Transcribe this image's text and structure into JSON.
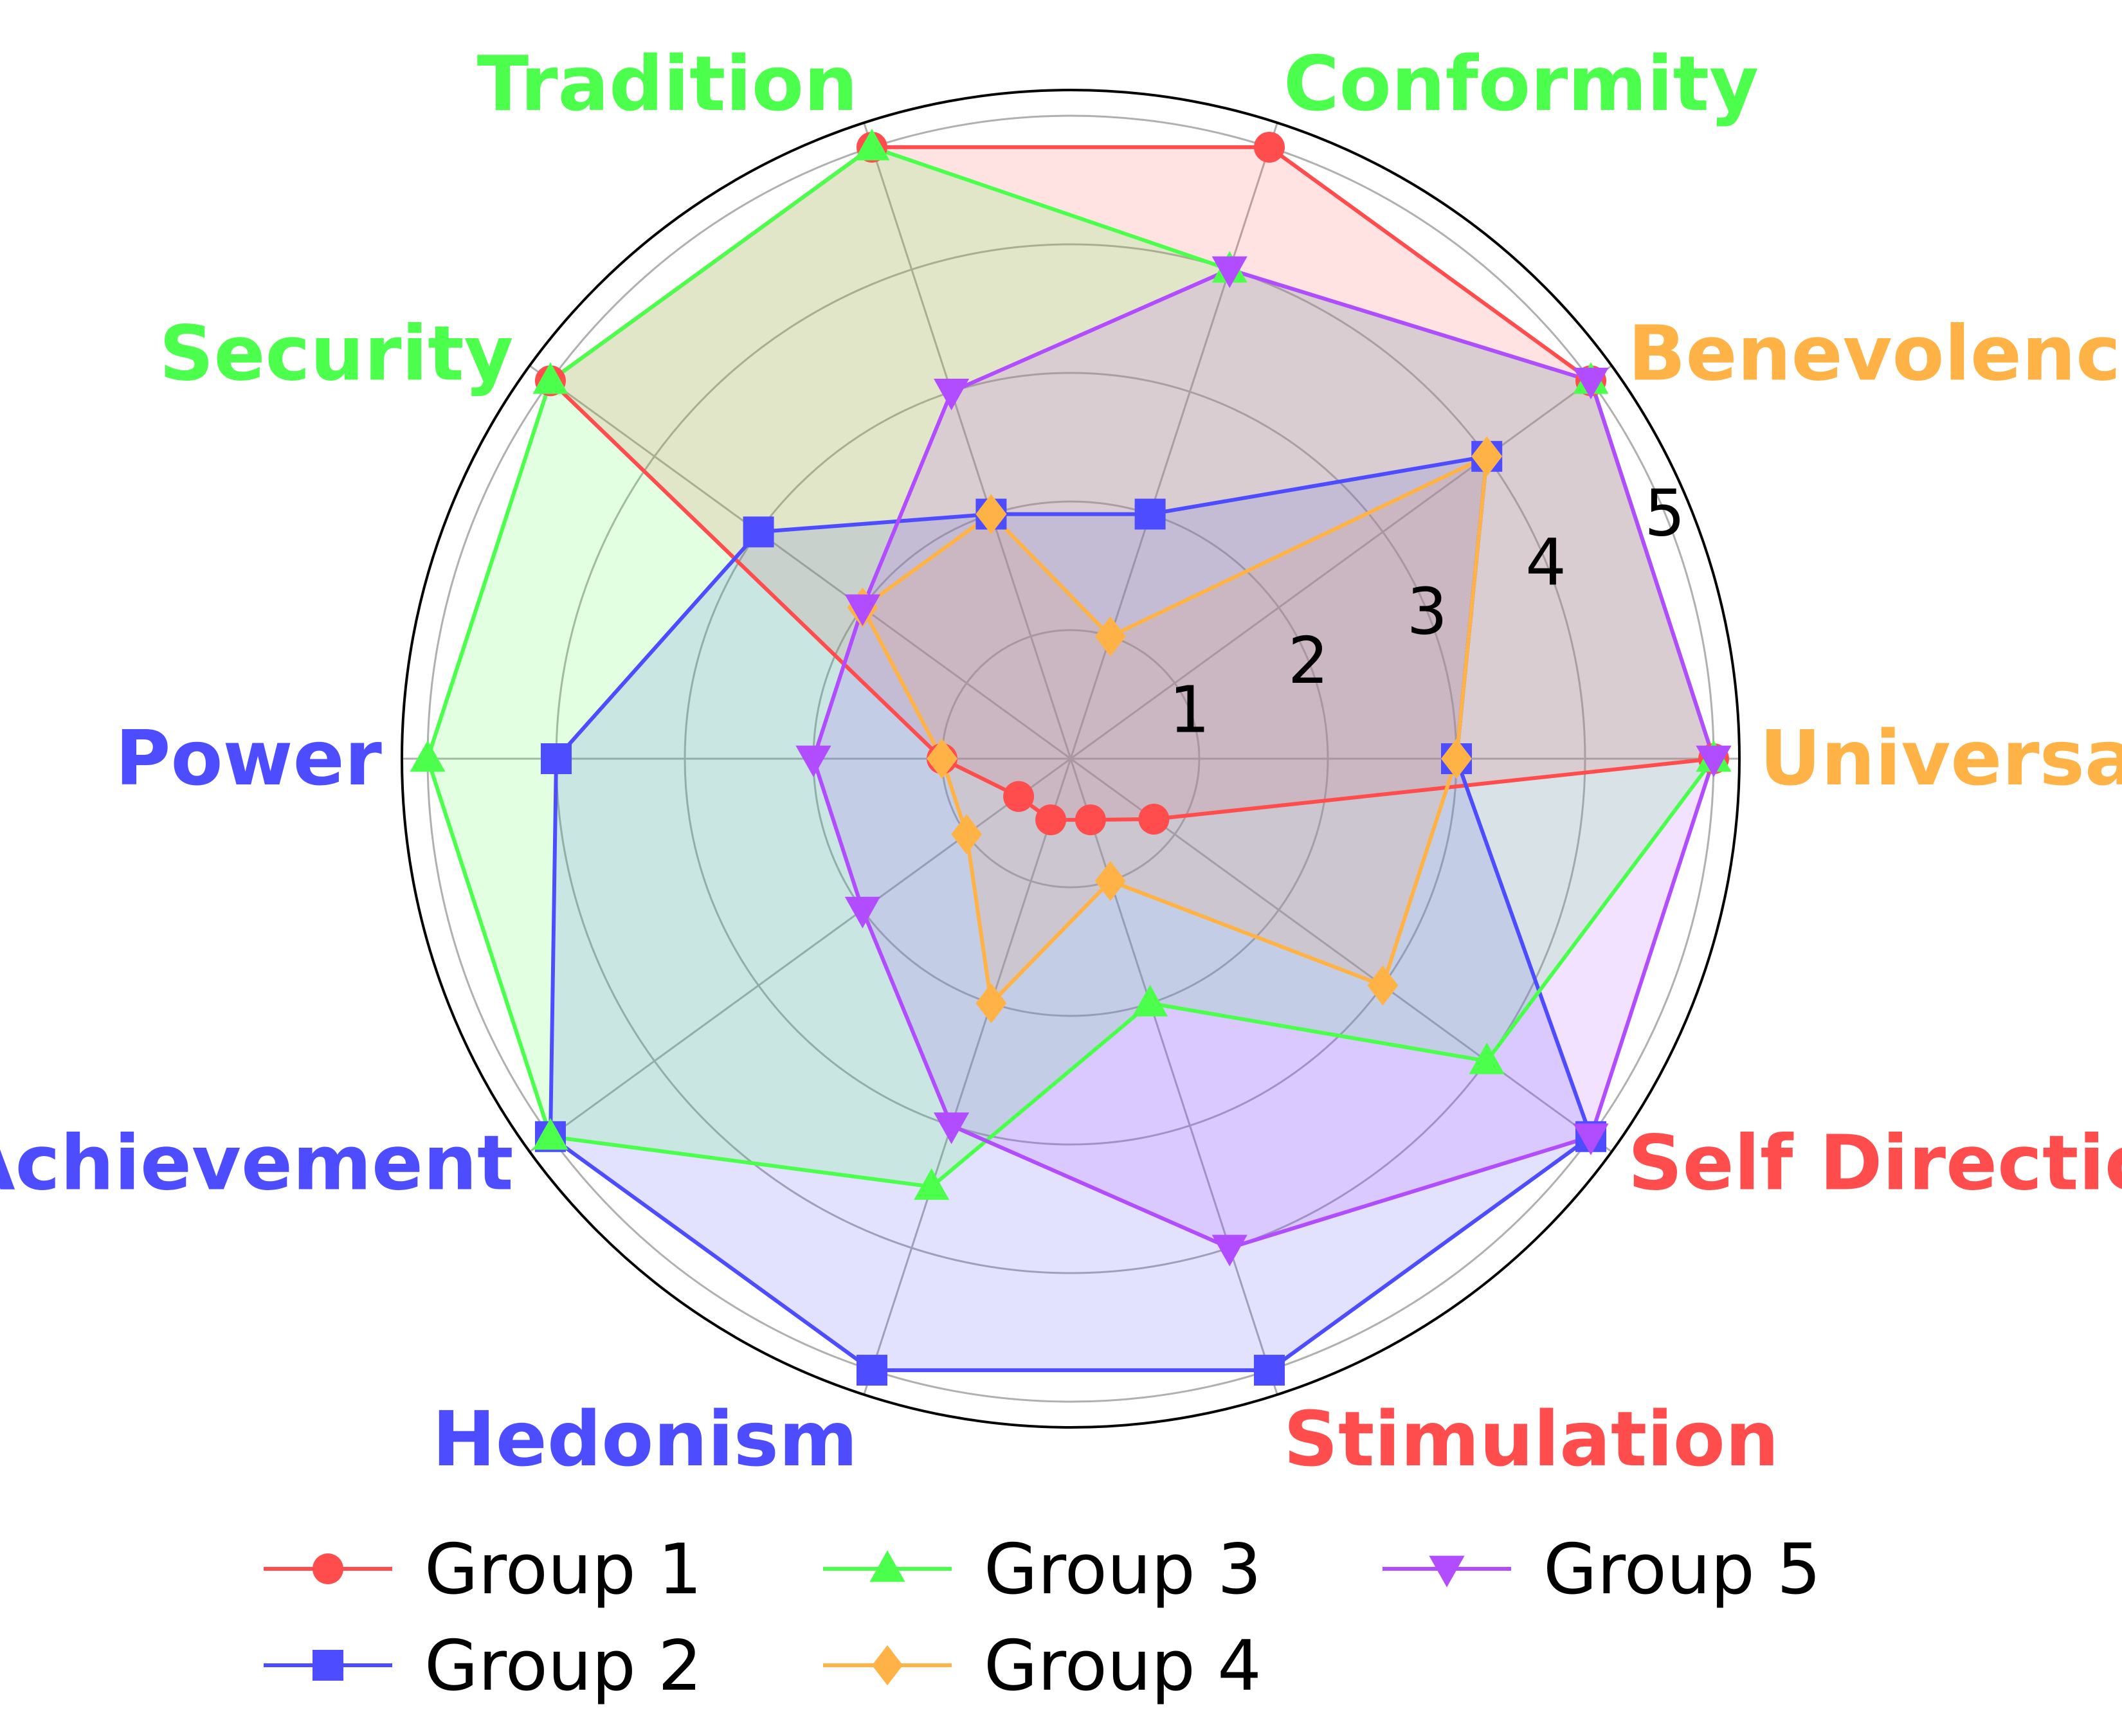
{
  "chart_data": {
    "type": "radar",
    "categories": [
      "Universalism",
      "Benevolence",
      "Conformity",
      "Tradition",
      "Security",
      "Power",
      "Achievement",
      "Hedonism",
      "Stimulation",
      "Self Direction"
    ],
    "category_colors": [
      "#ffb347",
      "#ffb347",
      "#4dff4d",
      "#4dff4d",
      "#4dff4d",
      "#4d4dff",
      "#4d4dff",
      "#4d4dff",
      "#ff4d4d",
      "#ff4d4d"
    ],
    "rlim": [
      0,
      5.2
    ],
    "rticks": [
      1,
      2,
      3,
      4,
      5
    ],
    "rtick_labels": [
      "1",
      "2",
      "3",
      "4",
      "5"
    ],
    "grid": true,
    "legend_position": "bottom",
    "series": [
      {
        "name": "Group 1",
        "color": "#ff4d4d",
        "marker": "circle",
        "values": [
          5,
          5,
          5,
          5,
          5,
          1,
          0.5,
          0.5,
          0.5,
          0.8
        ]
      },
      {
        "name": "Group 2",
        "color": "#4d4dff",
        "marker": "square",
        "values": [
          3,
          4,
          2,
          2,
          3,
          4,
          5,
          5,
          5,
          5
        ]
      },
      {
        "name": "Group 3",
        "color": "#4dff4d",
        "marker": "triangle-up",
        "values": [
          5,
          5,
          4,
          5,
          5,
          5,
          5,
          3.5,
          2,
          4
        ]
      },
      {
        "name": "Group 4",
        "color": "#ffb347",
        "marker": "diamond",
        "values": [
          3,
          4,
          1,
          2,
          2,
          1,
          1,
          2,
          1,
          3
        ]
      },
      {
        "name": "Group 5",
        "color": "#b14dff",
        "marker": "triangle-down",
        "values": [
          5,
          5,
          4,
          3,
          2,
          2,
          2,
          3,
          4,
          5
        ]
      }
    ]
  }
}
